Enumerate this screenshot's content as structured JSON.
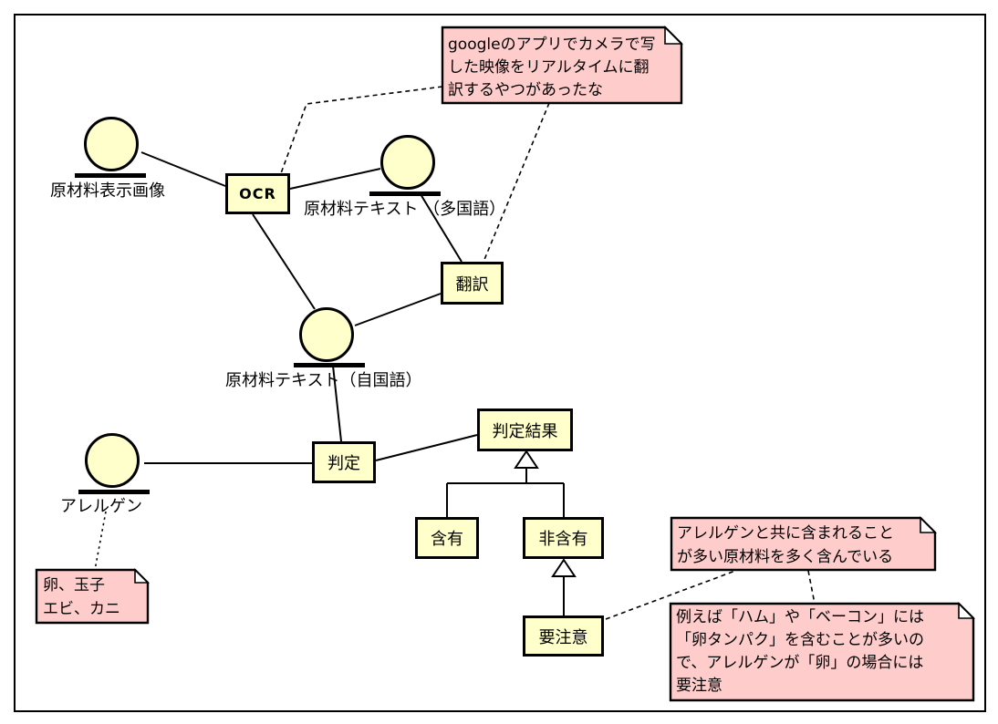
{
  "diagram_title": "allergen-ocr-translation-robustness-diagram",
  "colors": {
    "shape_fill": "#FFFFCC",
    "note_fill": "#FFCCCC",
    "line": "#000000",
    "background": "#FFFFFF"
  },
  "entities": {
    "material_image": "原材料表示画像",
    "material_text_multilingual": "原材料テキスト （多国語）",
    "material_text_native": "原材料テキスト（自国語）",
    "allergen": "アレルゲン"
  },
  "actions": {
    "ocr": "OCR",
    "translate": "翻訳",
    "judge": "判定",
    "result": "判定結果",
    "contained": "含有",
    "not_contained": "非含有",
    "caution": "要注意"
  },
  "notes": {
    "google": "googleのアプリでカメラで写\nした映像をリアルタイムに翻\n訳するやつがあったな",
    "allergen_examples": "卵、玉子\nエビ、カニ",
    "cooccur": "アレルゲンと共に含まれること\nが多い原材料を多く含んでいる",
    "example": "例えば「ハム」や「ベーコン」には\n「卵タンパク」を含むことが多いの\nで、アレルゲンが「卵」の場合には\n要注意"
  }
}
